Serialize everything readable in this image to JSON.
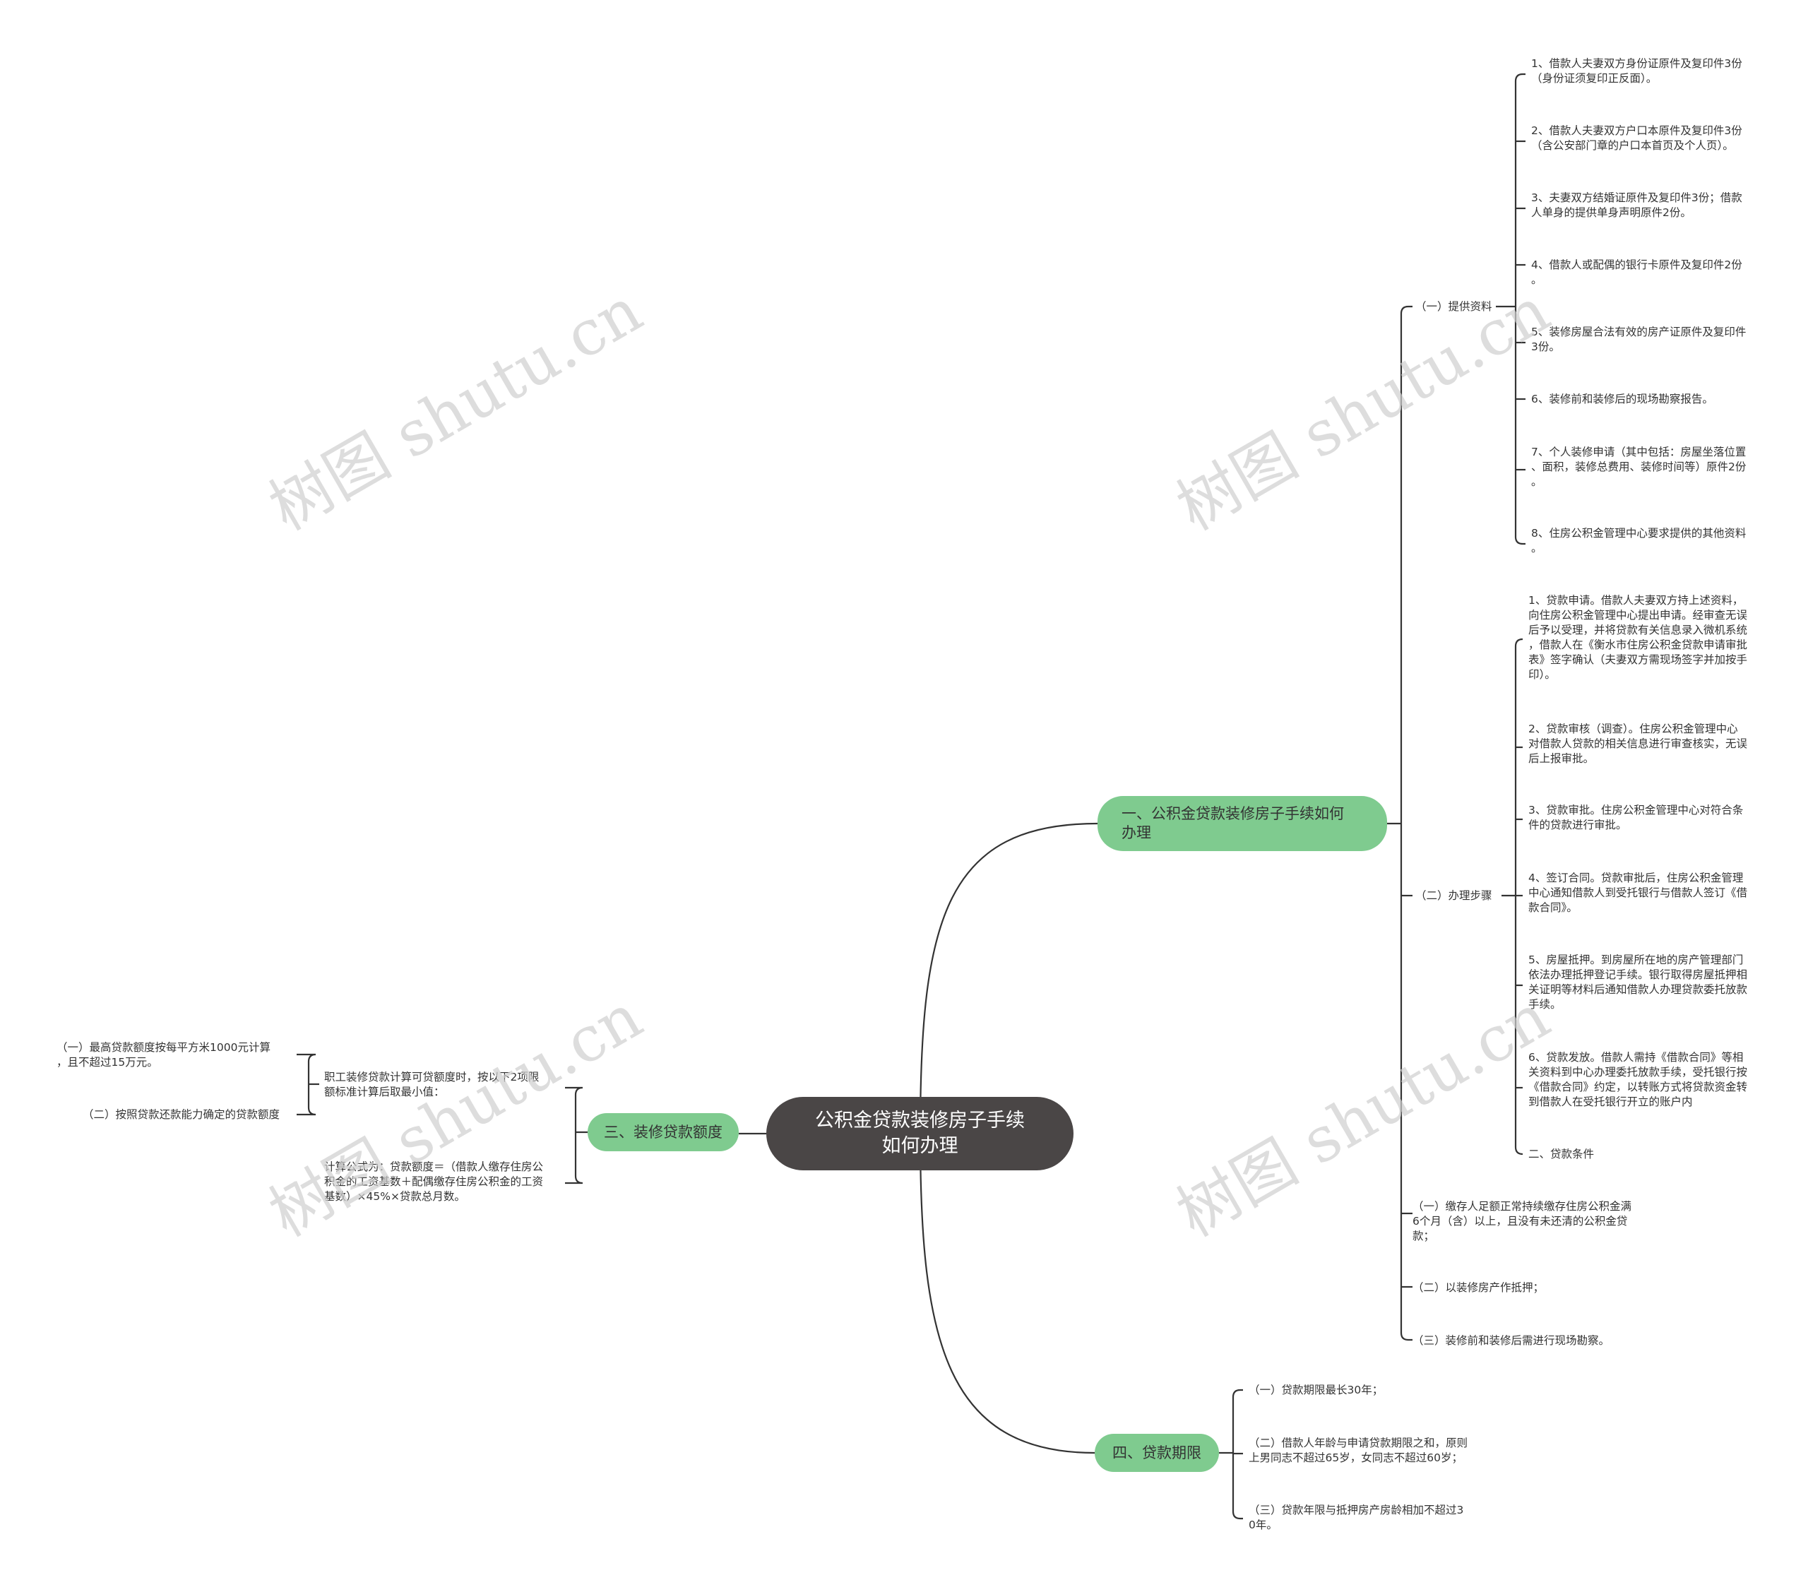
{
  "watermark": "树图 shutu.cn",
  "root": {
    "label": "公积金贷款装修房子手续\n如何办理"
  },
  "branch1": {
    "label": "一、公积金贷款装修房子手续如何\n办理",
    "materials": {
      "label": "（一）提供资料",
      "items": [
        "1、借款人夫妻双方身份证原件及复印件3份\n（身份证须复印正反面）。",
        "2、借款人夫妻双方户口本原件及复印件3份\n（含公安部门章的户口本首页及个人页）。",
        "3、夫妻双方结婚证原件及复印件3份；借款\n人单身的提供单身声明原件2份。",
        "4、借款人或配偶的银行卡原件及复印件2份\n。",
        "5、装修房屋合法有效的房产证原件及复印件\n3份。",
        "6、装修前和装修后的现场勘察报告。",
        "7、个人装修申请（其中包括：房屋坐落位置\n、面积，装修总费用、装修时间等）原件2份\n。",
        "8、住房公积金管理中心要求提供的其他资料\n。"
      ]
    },
    "steps": {
      "label": "（二）办理步骤",
      "items": [
        "1、贷款申请。借款人夫妻双方持上述资料，\n向住房公积金管理中心提出申请。经审查无误\n后予以受理，并将贷款有关信息录入微机系统\n，借款人在《衡水市住房公积金贷款申请审批\n表》签字确认（夫妻双方需现场签字并加按手\n印）。",
        "2、贷款审核（调查）。住房公积金管理中心\n对借款人贷款的相关信息进行审查核实，无误\n后上报审批。",
        "3、贷款审批。住房公积金管理中心对符合条\n件的贷款进行审批。",
        "4、签订合同。贷款审批后，住房公积金管理\n中心通知借款人到受托银行与借款人签订《借\n款合同》。",
        "5、房屋抵押。到房屋所在地的房产管理部门\n依法办理抵押登记手续。银行取得房屋抵押相\n关证明等材料后通知借款人办理贷款委托放款\n手续。",
        "6、贷款发放。借款人需持《借款合同》等相\n关资料到中心办理委托放款手续，受托银行按\n《借款合同》约定，以转账方式将贷款资金转\n到借款人在受托银行开立的账户内",
        "二、贷款条件"
      ]
    },
    "conditions": [
      "（一）缴存人足额正常持续缴存住房公积金满\n6个月（含）以上，且没有未还清的公积金贷\n款；",
      "（二）以装修房产作抵押；",
      "（三）装修前和装修后需进行现场勘察。"
    ]
  },
  "branch3": {
    "label": "三、装修贷款额度",
    "limit": {
      "label": "职工装修贷款计算可贷额度时，按以下2项限\n额标准计算后取最小值：",
      "items": [
        "（一）最高贷款额度按每平方米1000元计算\n，且不超过15万元。",
        "（二）按照贷款还款能力确定的贷款额度"
      ]
    },
    "formula": "计算公式为：贷款额度＝（借款人缴存住房公\n积金的工资基数＋配偶缴存住房公积金的工资\n基数）×45%×贷款总月数。"
  },
  "branch4": {
    "label": "四、贷款期限",
    "items": [
      "（一）贷款期限最长30年；",
      "（二）借款人年龄与申请贷款期限之和，原则\n上男同志不超过65岁，女同志不超过60岁；",
      "（三）贷款年限与抵押房产房龄相加不超过3\n0年。"
    ]
  }
}
